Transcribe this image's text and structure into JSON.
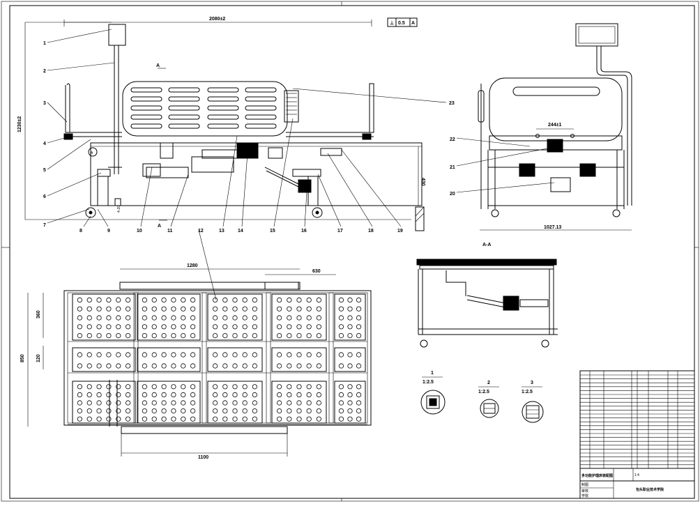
{
  "dimensions": {
    "overall_length": "2080±2",
    "overall_height": "1230±2",
    "side_right": "430",
    "caster_offset": "4-20",
    "front_width": "1027.13",
    "rail_gap": "244±1",
    "plan_length": "1280",
    "plan_seg": "630",
    "plan_width": "850",
    "plan_r1": "360",
    "plan_r2": "120",
    "plan_bottom": "1100"
  },
  "tolerance": {
    "symbol": "⊥",
    "value": "0.5",
    "datum": "A"
  },
  "section_marks": {
    "a_top": "A",
    "a_bottom": "A",
    "a_circle": "A",
    "section_label": "A-A"
  },
  "callouts": [
    "1",
    "2",
    "3",
    "4",
    "5",
    "6",
    "7",
    "8",
    "9",
    "10",
    "11",
    "12",
    "13",
    "14",
    "15",
    "16",
    "17",
    "18",
    "19",
    "20",
    "21",
    "22",
    "23"
  ],
  "details": [
    {
      "num": "1",
      "scale": "1:2.5"
    },
    {
      "num": "2",
      "scale": "1:2.5"
    },
    {
      "num": "3",
      "scale": "1:2.5"
    }
  ],
  "title_block": {
    "title": "多功能护理床装配图",
    "school": "包头职业技术学院",
    "scale": "1:4",
    "row_labels": [
      "制图",
      "审核",
      "学院"
    ]
  }
}
